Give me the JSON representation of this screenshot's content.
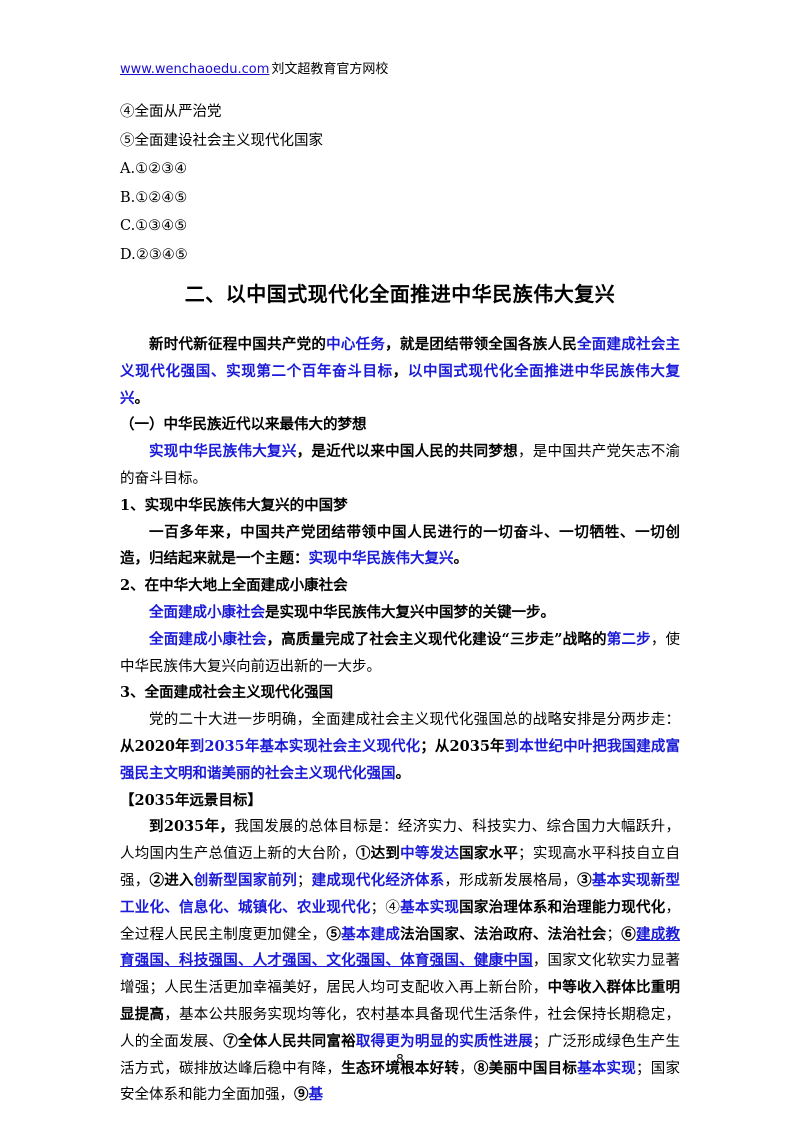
{
  "header": {
    "url": "www.wenchaoedu.com",
    "site": "刘文超教育官方网校"
  },
  "options": [
    "④全面从严治党",
    "⑤全面建设社会主义现代化国家",
    "A.①②③④",
    "B.①②④⑤",
    "C.①③④⑤",
    "D.②③④⑤"
  ],
  "section_title": "二、以中国式现代化全面推进中华民族伟大复兴",
  "p1": {
    "a": "新时代新征程中国共产党的",
    "b": "中心任务",
    "c": "，就是团结带领全国各族人民",
    "d": "全面建成社会主义现代化强国、实现第二个百年奋斗目标",
    "e": "，",
    "f": "以中国式现代化全面推进中华民族伟大复兴",
    "g": "。"
  },
  "h1": "（一）中华民族近代以来最伟大的梦想",
  "p2": {
    "a": "实现中华民族伟大复兴",
    "b": "，是近代以来中国人民的共同梦想",
    "c": "，是中国共产党矢志不渝的奋斗目标。"
  },
  "h2": "1、实现中华民族伟大复兴的中国梦",
  "p3": {
    "a": "一百多年来，中国共产党团结带领中国人民进行的一切奋斗、一切牺牲、一切创造，归结起来就是一个主题：",
    "b": "实现中华民族伟大复兴",
    "c": "。"
  },
  "h3": "2、在中华大地上全面建成小康社会",
  "p4": {
    "a": "全面建成小康社会",
    "b": "是实现中华民族伟大复兴中国梦的关键一步。"
  },
  "p5": {
    "a": "全面建成小康社会",
    "b": "，高质量完成了社会主义现代化建设“三步走”战略的",
    "c": "第二步",
    "d": "，使中华民族伟大复兴向前迈出新的一大步。"
  },
  "h4": "3、全面建成社会主义现代化强国",
  "p6": {
    "a": "党的二十大进一步明确，全面建成社会主义现代化强国总的战略安排是分两步走：",
    "b": "从2020年",
    "c": "到2035年基本实现社会主义现代化",
    "d": "；从2035年",
    "e": "到本世纪中叶把我国建成富强民主文明和谐美丽的社会主义现代化强国",
    "f": "。"
  },
  "h5": "【2035年远景目标】",
  "p7": {
    "s1": "到2035年，",
    "s2": "我国发展的总体目标是：经济实力、科技实力、综合国力大幅跃升，人均国内生产总值迈上新的大台阶，",
    "s3": "①达到",
    "s4": "中等发达",
    "s5": "国家水平",
    "s6": "；实现高水平科技自立自强，",
    "s7": "②进入",
    "s8": "创新型国家前列",
    "s9": "；",
    "s10": "建成现代化经济体系",
    "s11": "，形成新发展格局，",
    "s12": "③",
    "s13": "基本实现新型工业化、信息化、城镇化、农业现代化",
    "s14": "；④",
    "s15": "基本实现",
    "s16": "国家治理体系和治理能力现代化",
    "s17": "，全过程人民民主制度更加健全，",
    "s18": "⑤",
    "s19": "基本建成",
    "s20": "法治国家、法治政府、法治社会",
    "s21": "；",
    "s22": "⑥",
    "s23": "建成教育强国、科技强国、人才强国、文化强国、体育强国、健康中国",
    "s24": "，国家文化软实力显著增强；人民生活更加幸福美好，居民人均可支配收入再上新台阶，",
    "s25": "中等收入群体比重明显提高",
    "s26": "，基本公共服务实现均等化，农村基本具备现代生活条件，社会保持长期稳定，人的全面发展、",
    "s27": "⑦全体人民共同富裕",
    "s28": "取得更为明显的实质性进展",
    "s29": "；广泛形成绿色生产生活方式，碳排放达峰后稳中有降，",
    "s30": "生态环境根本好转",
    "s31": "，",
    "s32": "⑧美丽中国目标",
    "s33": "基本实现",
    "s34": "；国家安全体系和能力全面加强，",
    "s35": "⑨",
    "s36": "基"
  },
  "page_number": "8"
}
